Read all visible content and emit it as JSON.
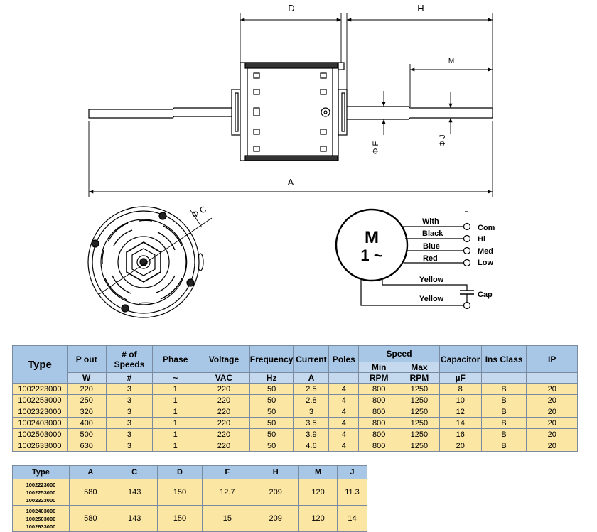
{
  "drawing": {
    "dim_labels": {
      "D": "D",
      "H": "H",
      "M": "M",
      "A": "A",
      "F": "Φ F",
      "J": "Φ J",
      "C": "Φ C"
    },
    "motor_symbol": {
      "letter": "M",
      "phase": "1 ~"
    },
    "wires": [
      {
        "color_label": "With",
        "terminal": "Com"
      },
      {
        "color_label": "Black",
        "terminal": "Hi"
      },
      {
        "color_label": "Blue",
        "terminal": "Med"
      },
      {
        "color_label": "Red",
        "terminal": "Low"
      },
      {
        "color_label": "Yellow",
        "terminal": "Cap"
      },
      {
        "color_label": "Yellow",
        "terminal": ""
      }
    ]
  },
  "spec_table": {
    "headers": [
      "Type",
      "P out",
      "# of Speeds",
      "Phase",
      "Voltage",
      "Frequency",
      "Current",
      "Poles",
      "Speed",
      "Capacitor",
      "Ins Class",
      "IP"
    ],
    "units": [
      "W",
      "#",
      "~",
      "VAC",
      "Hz",
      "A",
      "",
      "RPM",
      "RPM",
      "µF",
      "",
      ""
    ],
    "speed_sub": [
      "Min",
      "Max"
    ],
    "rows": [
      [
        "1002223000",
        "220",
        "3",
        "1",
        "220",
        "50",
        "2.5",
        "4",
        "800",
        "1250",
        "8",
        "B",
        "20"
      ],
      [
        "1002253000",
        "250",
        "3",
        "1",
        "220",
        "50",
        "2.8",
        "4",
        "800",
        "1250",
        "10",
        "B",
        "20"
      ],
      [
        "1002323000",
        "320",
        "3",
        "1",
        "220",
        "50",
        "3",
        "4",
        "800",
        "1250",
        "12",
        "B",
        "20"
      ],
      [
        "1002403000",
        "400",
        "3",
        "1",
        "220",
        "50",
        "3.5",
        "4",
        "800",
        "1250",
        "14",
        "B",
        "20"
      ],
      [
        "1002503000",
        "500",
        "3",
        "1",
        "220",
        "50",
        "3.9",
        "4",
        "800",
        "1250",
        "16",
        "B",
        "20"
      ],
      [
        "1002633000",
        "630",
        "3",
        "1",
        "220",
        "50",
        "4.6",
        "4",
        "800",
        "1250",
        "20",
        "B",
        "20"
      ]
    ]
  },
  "dim_table": {
    "headers": [
      "Type",
      "A",
      "C",
      "D",
      "F",
      "H",
      "M",
      "J"
    ],
    "rows": [
      {
        "types": [
          "1002223000",
          "1002253000",
          "1002323000"
        ],
        "values": [
          "580",
          "143",
          "150",
          "12.7",
          "209",
          "120",
          "11.3"
        ]
      },
      {
        "types": [
          "1002403000",
          "1002503000",
          "1002633000"
        ],
        "values": [
          "580",
          "143",
          "150",
          "15",
          "209",
          "120",
          "14"
        ]
      }
    ]
  }
}
